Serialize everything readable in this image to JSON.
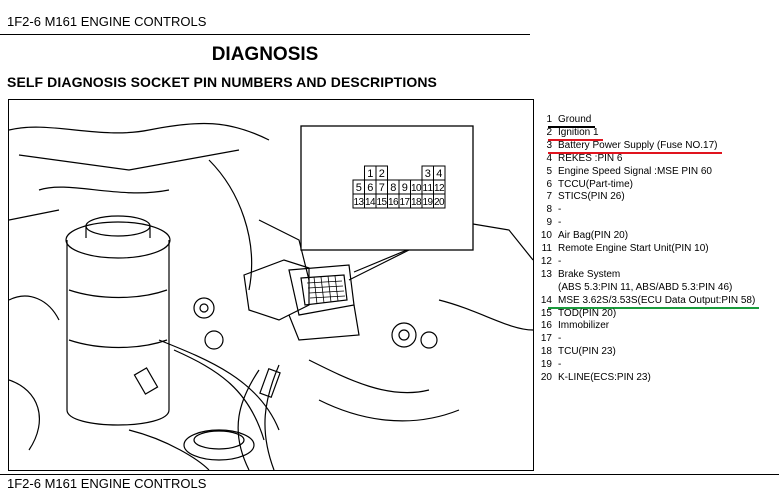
{
  "header": {
    "text": "1F2-6  M161 ENGINE CONTROLS"
  },
  "title": "DIAGNOSIS",
  "subtitle": "SELF DIAGNOSIS SOCKET PIN NUMBERS AND DESCRIPTIONS",
  "footer": {
    "text": "1F2-6  M161 ENGINE CONTROLS"
  },
  "connector": {
    "top_row": [
      "1",
      "2",
      "3",
      "4"
    ],
    "middle_row": [
      "5",
      "6",
      "7",
      "8",
      "9",
      "10",
      "11",
      "12"
    ],
    "bottom_row": [
      "13",
      "14",
      "15",
      "16",
      "17",
      "18",
      "19",
      "20"
    ]
  },
  "pins": [
    {
      "num": "1",
      "desc": "Ground",
      "underline": "#000000"
    },
    {
      "num": "2",
      "desc": "Ignition 1",
      "underline": "#e0141e"
    },
    {
      "num": "3",
      "desc": "Battery Power Supply (Fuse NO.17)",
      "underline": "#e0141e"
    },
    {
      "num": "4",
      "desc": "REKES :PIN 6"
    },
    {
      "num": "5",
      "desc": "Engine Speed Signal :MSE PIN 60"
    },
    {
      "num": "6",
      "desc": "TCCU(Part-time)"
    },
    {
      "num": "7",
      "desc": "STICS(PIN 26)"
    },
    {
      "num": "8",
      "desc": "-"
    },
    {
      "num": "9",
      "desc": "-"
    },
    {
      "num": "10",
      "desc": "Air Bag(PIN 20)"
    },
    {
      "num": "11",
      "desc": "Remote Engine Start Unit(PIN 10)"
    },
    {
      "num": "12",
      "desc": "-"
    },
    {
      "num": "13",
      "desc": "Brake System"
    },
    {
      "num": "",
      "desc": "(ABS 5.3:PIN 11, ABS/ABD 5.3:PIN 46)"
    },
    {
      "num": "14",
      "desc": "MSE 3.62S/3.53S(ECU Data Output:PIN 58)",
      "underline": "#1a9a3c"
    },
    {
      "num": "15",
      "desc": "TOD(PIN 20)"
    },
    {
      "num": "16",
      "desc": "Immobilizer"
    },
    {
      "num": "17",
      "desc": "-"
    },
    {
      "num": "18",
      "desc": "TCU(PIN 23)"
    },
    {
      "num": "19",
      "desc": "-"
    },
    {
      "num": "20",
      "desc": "K-LINE(ECS:PIN 23)"
    }
  ]
}
